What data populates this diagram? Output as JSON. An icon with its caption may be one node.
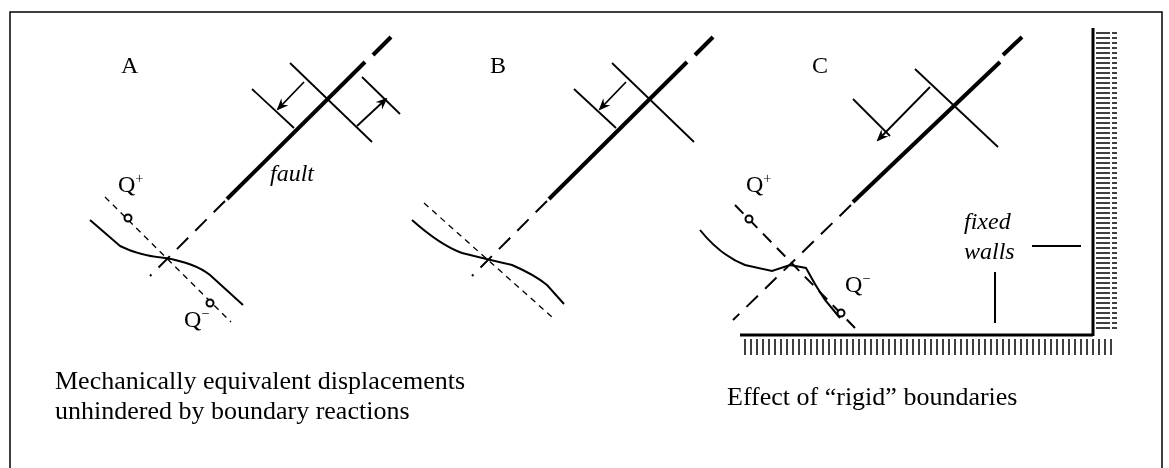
{
  "diagram": {
    "nodes": [
      {
        "text": [
          "fixed walls"
        ]
      },
      {
        "text": [],
        "shape": "bar"
      },
      {
        "text": [],
        "shape": "bar"
      }
    ],
    "edges": [
      {
        "from": 0,
        "to": 1,
        "arrow": "none"
      },
      {
        "from": 0,
        "to": 2,
        "arrow": "none"
      }
    ],
    "labels": [
      "A",
      "fault",
      "Q$^{+}$",
      "Q$^{−}$",
      "B",
      "C",
      "Q$^{+}$",
      "Q$^{−}$",
      "Mechanically equivalent displacements unhindered by boundary reactions",
      "Effect of “rigid” boundaries"
    ]
  }
}
